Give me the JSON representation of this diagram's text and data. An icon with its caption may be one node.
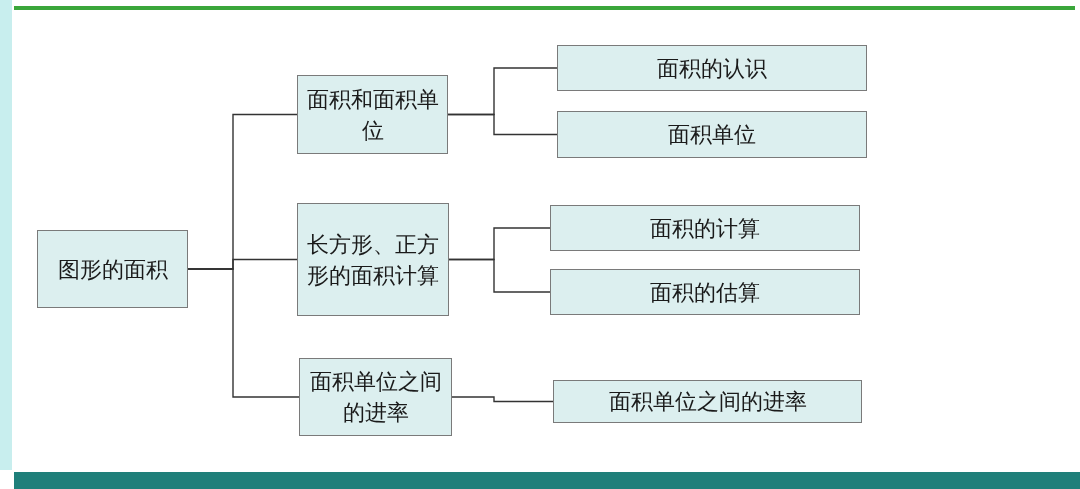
{
  "diagram": {
    "nodes": [
      {
        "text": [
          "图形的面积"
        ]
      },
      {
        "text": [
          "面积和面积单位"
        ]
      },
      {
        "text": [
          "长方形、正方形的面积计算"
        ]
      },
      {
        "text": [
          "面积单位之间的进率"
        ]
      },
      {
        "text": [
          "面积的认识"
        ]
      },
      {
        "text": [
          "面积单位"
        ]
      },
      {
        "text": [
          "面积的计算"
        ]
      },
      {
        "text": [
          "面积的估算"
        ]
      },
      {
        "text": [
          "面积单位之间的进率"
        ]
      }
    ],
    "edges": [
      {
        "from": 0,
        "to": 1,
        "arrow": "none"
      },
      {
        "from": 0,
        "to": 2,
        "arrow": "none"
      },
      {
        "from": 0,
        "to": 3,
        "arrow": "none"
      },
      {
        "from": 1,
        "to": 4,
        "arrow": "none"
      },
      {
        "from": 1,
        "to": 5,
        "arrow": "none"
      },
      {
        "from": 2,
        "to": 6,
        "arrow": "none"
      },
      {
        "from": 2,
        "to": 7,
        "arrow": "none"
      },
      {
        "from": 3,
        "to": 8,
        "arrow": "none"
      }
    ]
  }
}
